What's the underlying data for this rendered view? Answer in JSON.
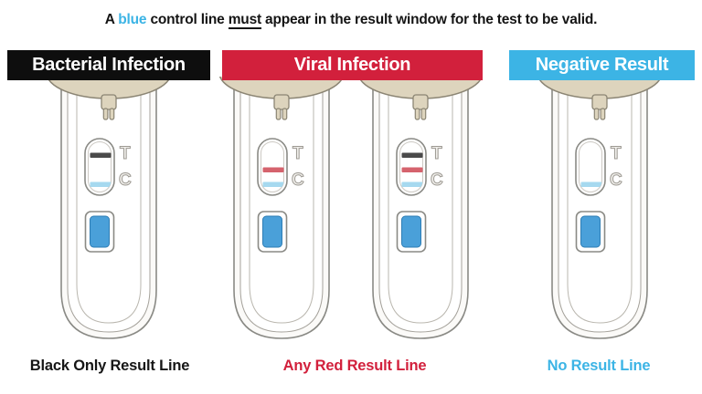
{
  "notice": {
    "part1": "A ",
    "highlight": "blue",
    "part2": " control line ",
    "underlined": "must",
    "part3": " appear in the result window for the test to be valid."
  },
  "panels": [
    {
      "name": "bacterial",
      "header_label": "Bacterial Infection",
      "header_bg": "#0e0e0e",
      "caption": "Black Only Result Line",
      "caption_color": "#161616",
      "devices": [
        {
          "t_line": "black",
          "mid_line": null,
          "c_line": "blue"
        }
      ]
    },
    {
      "name": "viral",
      "header_label": "Viral Infection",
      "header_bg": "#d2203c",
      "caption": "Any Red Result Line",
      "caption_color": "#d2203c",
      "devices": [
        {
          "t_line": null,
          "mid_line": "red",
          "c_line": "blue"
        },
        {
          "t_line": "black",
          "mid_line": "red",
          "c_line": "blue"
        }
      ]
    },
    {
      "name": "negative",
      "header_label": "Negative Result",
      "header_bg": "#3cb4e5",
      "caption": "No Result Line",
      "caption_color": "#3cb4e5",
      "devices": [
        {
          "t_line": null,
          "mid_line": null,
          "c_line": "blue"
        }
      ]
    }
  ],
  "device_labels": {
    "test_marker": "T",
    "control_marker": "C"
  },
  "colors": {
    "notice_text": "#141414",
    "notice_highlight": "#3cb4e5",
    "line_black": "#4a4a4a",
    "line_red": "#d5636d",
    "line_blue": "#a6d9ef",
    "cap_tan": "#ddd4bd",
    "cap_outline": "#8b8574",
    "tube_outline": "#8a8a85",
    "tube_inner_outline": "#a5a29b",
    "tube_fill": "#fbfaf8",
    "marker_letter_fill": "#f0eeea",
    "marker_letter_outline": "#9c9992",
    "button_blue": "#4aa0d9",
    "button_border": "#2e7db4"
  }
}
